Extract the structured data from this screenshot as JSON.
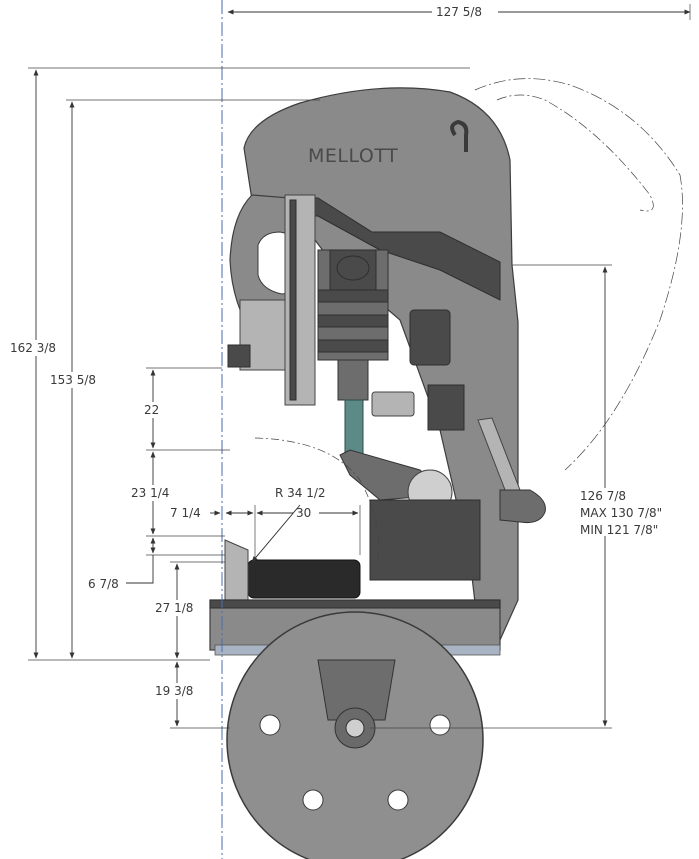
{
  "brand": "MELLOTT",
  "dimensions": {
    "overall_width": "127 5/8",
    "overall_height": "162 3/8",
    "height_to_base": "153 5/8",
    "center_height": "126 7/8",
    "max_height": "MAX 130 7/8\"",
    "min_height": "MIN 121 7/8\"",
    "dim_22": "22",
    "dim_23_1_4": "23 1/4",
    "dim_7_1_4": "7 1/4",
    "dim_30": "30",
    "radius": "R 34 1/2",
    "dim_6_7_8": "6 7/8",
    "dim_27_1_8": "27 1/8",
    "dim_19_3_8": "19 3/8"
  },
  "colors": {
    "body": "#8a8a8a",
    "dark": "#4a4a4a",
    "line": "#333333"
  }
}
